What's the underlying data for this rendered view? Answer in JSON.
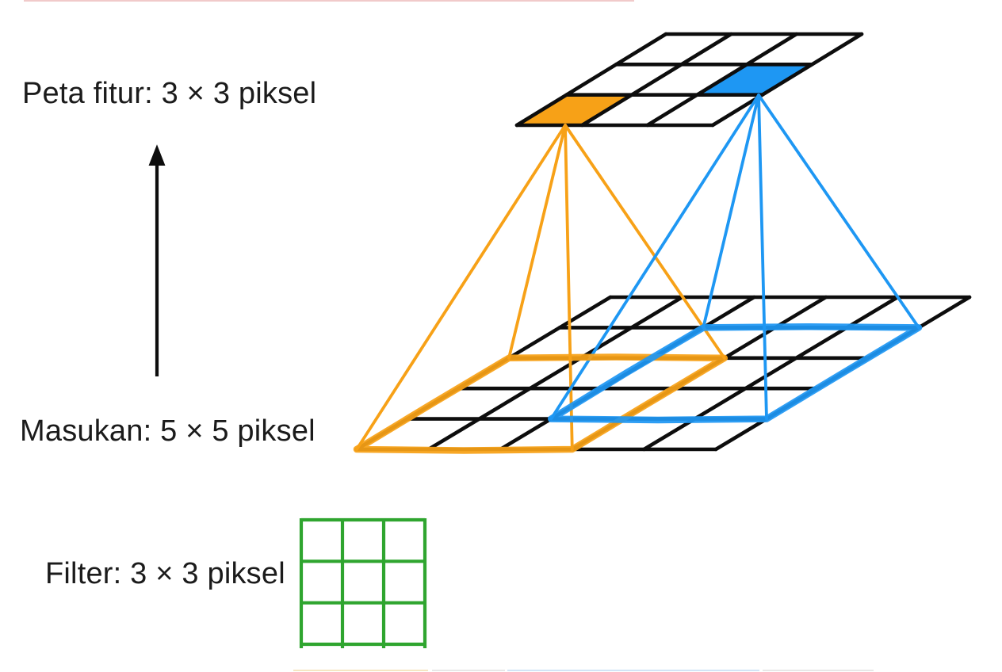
{
  "diagram": {
    "title_context": "convolution-receptive-field-diagram",
    "labels": {
      "feature_map": "Peta fitur: 3 × 3 piksel",
      "input": "Masukan: 5 × 5 piksel",
      "filter": "Filter: 3 × 3 piksel"
    },
    "feature_map_grid": {
      "rows": 3,
      "cols": 3,
      "highlights": [
        {
          "cell": "row 3, col 1 (bottom-left)",
          "color_name": "orange"
        },
        {
          "cell": "row 2, col 3 (middle-right)",
          "color_name": "blue"
        }
      ]
    },
    "input_grid": {
      "rows": 5,
      "cols": 5,
      "receptive_fields": [
        {
          "region": "rows 3-5, cols 1-3",
          "color_name": "orange"
        },
        {
          "region": "rows 2-4, cols 3-5",
          "color_name": "blue"
        }
      ]
    },
    "filter_grid": {
      "rows": 3,
      "cols": 3,
      "color_name": "green"
    },
    "colors": {
      "orange": "#F7A117",
      "blue": "#1E97F3",
      "green": "#2FA52F",
      "line_black": "#0d0d0d",
      "arrow_black": "#0d0d0d",
      "strip_top": "#e08a8a",
      "strip_yellow": "#e8c878",
      "strip_blue": "#9cc4ea",
      "strip_gray": "#c9c9c9"
    }
  }
}
